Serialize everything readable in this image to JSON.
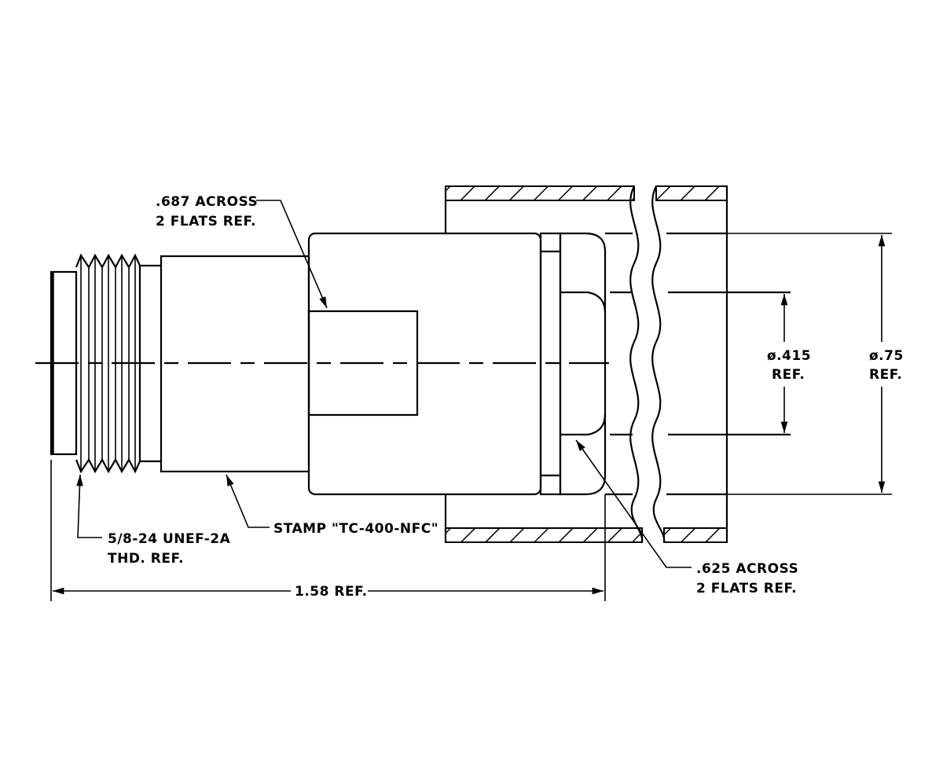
{
  "callouts": {
    "hex_large": {
      "line1": ".687 ACROSS",
      "line2": "2 FLATS REF."
    },
    "thread": {
      "line1": "5/8-24 UNEF-2A",
      "line2": "THD. REF."
    },
    "stamp": {
      "line1": "STAMP \"TC-400-NFC\""
    },
    "hex_small": {
      "line1": ".625 ACROSS",
      "line2": "2 FLATS REF."
    }
  },
  "dimensions": {
    "overall_length": {
      "label": "1.58 REF."
    },
    "inner_diameter": {
      "line1": "ø.415",
      "line2": "REF."
    },
    "outer_diameter": {
      "line1": "ø.75",
      "line2": "REF."
    }
  }
}
